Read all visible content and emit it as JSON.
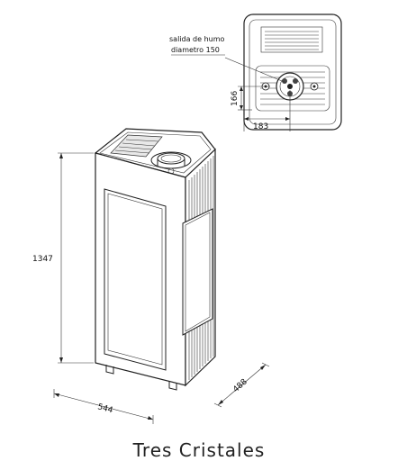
{
  "caption": "Tres Cristales",
  "notes": {
    "line1": "salida de humo",
    "line2": "diametro 150"
  },
  "dimensions": {
    "height": "1347",
    "width": "544",
    "depth": "488",
    "top_width": "183",
    "top_height": "166"
  }
}
